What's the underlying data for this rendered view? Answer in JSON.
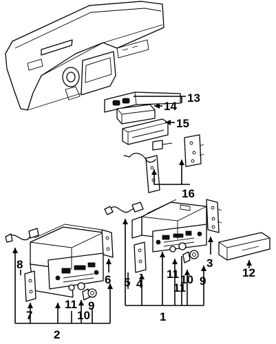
{
  "callouts": {
    "c1": "1",
    "c2": "2",
    "c3": "3",
    "c4": "4",
    "c5": "5",
    "c6": "6",
    "c7": "7",
    "c8": "8",
    "c9a": "9",
    "c9b": "9",
    "c10a": "10",
    "c10b": "10",
    "c11a": "11",
    "c11b": "11",
    "c11c": "11",
    "c12": "12",
    "c13": "13",
    "c14": "14",
    "c15": "15",
    "c16": "16"
  }
}
